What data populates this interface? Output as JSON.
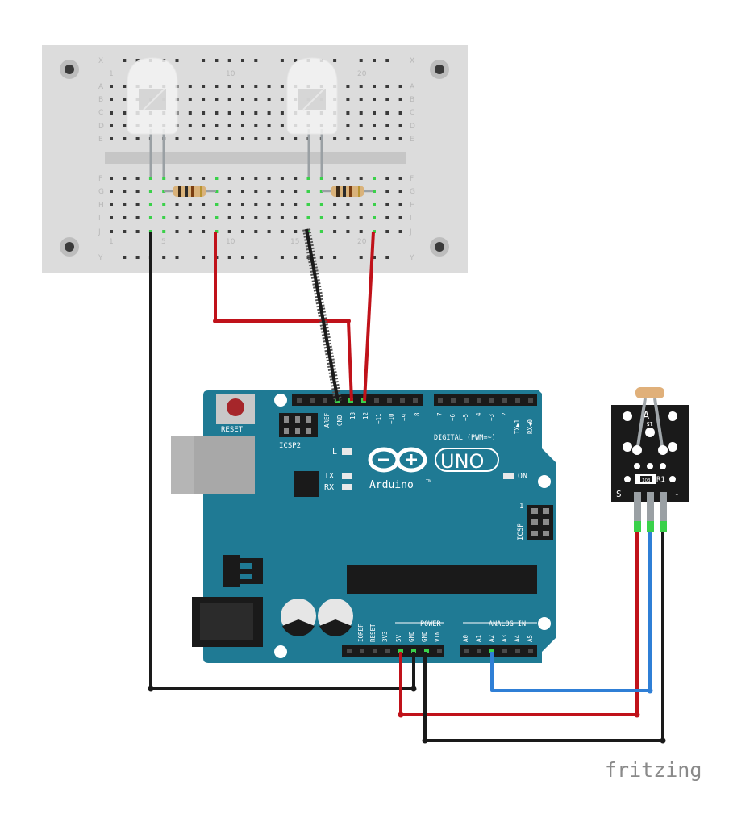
{
  "breadboard": {
    "rows_top": [
      "X",
      "A",
      "B",
      "C",
      "D",
      "E"
    ],
    "rows_bottom": [
      "F",
      "G",
      "H",
      "I",
      "J",
      "Y"
    ],
    "col_numbers": [
      "1",
      "5",
      "10",
      "15",
      "20"
    ],
    "top_col_numbers": [
      "1",
      "10",
      "20"
    ]
  },
  "arduino": {
    "reset_label": "RESET",
    "icsp2_label": "ICSP2",
    "aref_label": "AREF",
    "gnd_label": "GND",
    "d13_label": "13",
    "d12_label": "12",
    "d11_label": "~11",
    "d10_label": "~10",
    "d9_label": "~9",
    "d8_label": "8",
    "d7_label": "7",
    "d6_label": "~6",
    "d5_label": "~5",
    "d4_label": "4",
    "d3_label": "~3",
    "d2_label": "2",
    "d1_label": "TX▶1",
    "d0_label": "RX◀0",
    "digital_label": "DIGITAL (PWM=~)",
    "l_label": "L",
    "tx_label": "TX",
    "rx_label": "RX",
    "on_label": "ON",
    "uno_label": "UNO",
    "brand_label": "Arduino",
    "tm_label": "TM",
    "icsp_label": "ICSP",
    "icsp_pin1": "1",
    "power_label": "POWER",
    "analog_label": "ANALOG IN",
    "ioref_label": "IOREF",
    "reset_pin_label": "RESET",
    "v33_label": "3V3",
    "v5_label": "5V",
    "pgnd1_label": "GND",
    "pgnd2_label": "GND",
    "vin_label": "VIN",
    "a0_label": "A0",
    "a1_label": "A1",
    "a2_label": "A2",
    "a3_label": "A3",
    "a4_label": "A4",
    "a5_label": "A5"
  },
  "sensor": {
    "top_label": "A",
    "sub_label": "15",
    "s_label": "S",
    "minus_label": "-",
    "r1_label": "R1",
    "res_label": "103"
  },
  "footer": {
    "brand": "fritzing"
  },
  "colors": {
    "board": "#1f7a94",
    "breadboard": "#dcdcdc",
    "wire_red": "#c0121a",
    "wire_black": "#1a1a1a",
    "wire_blue": "#2f7fd6",
    "pin_green": "#3ad14a"
  }
}
